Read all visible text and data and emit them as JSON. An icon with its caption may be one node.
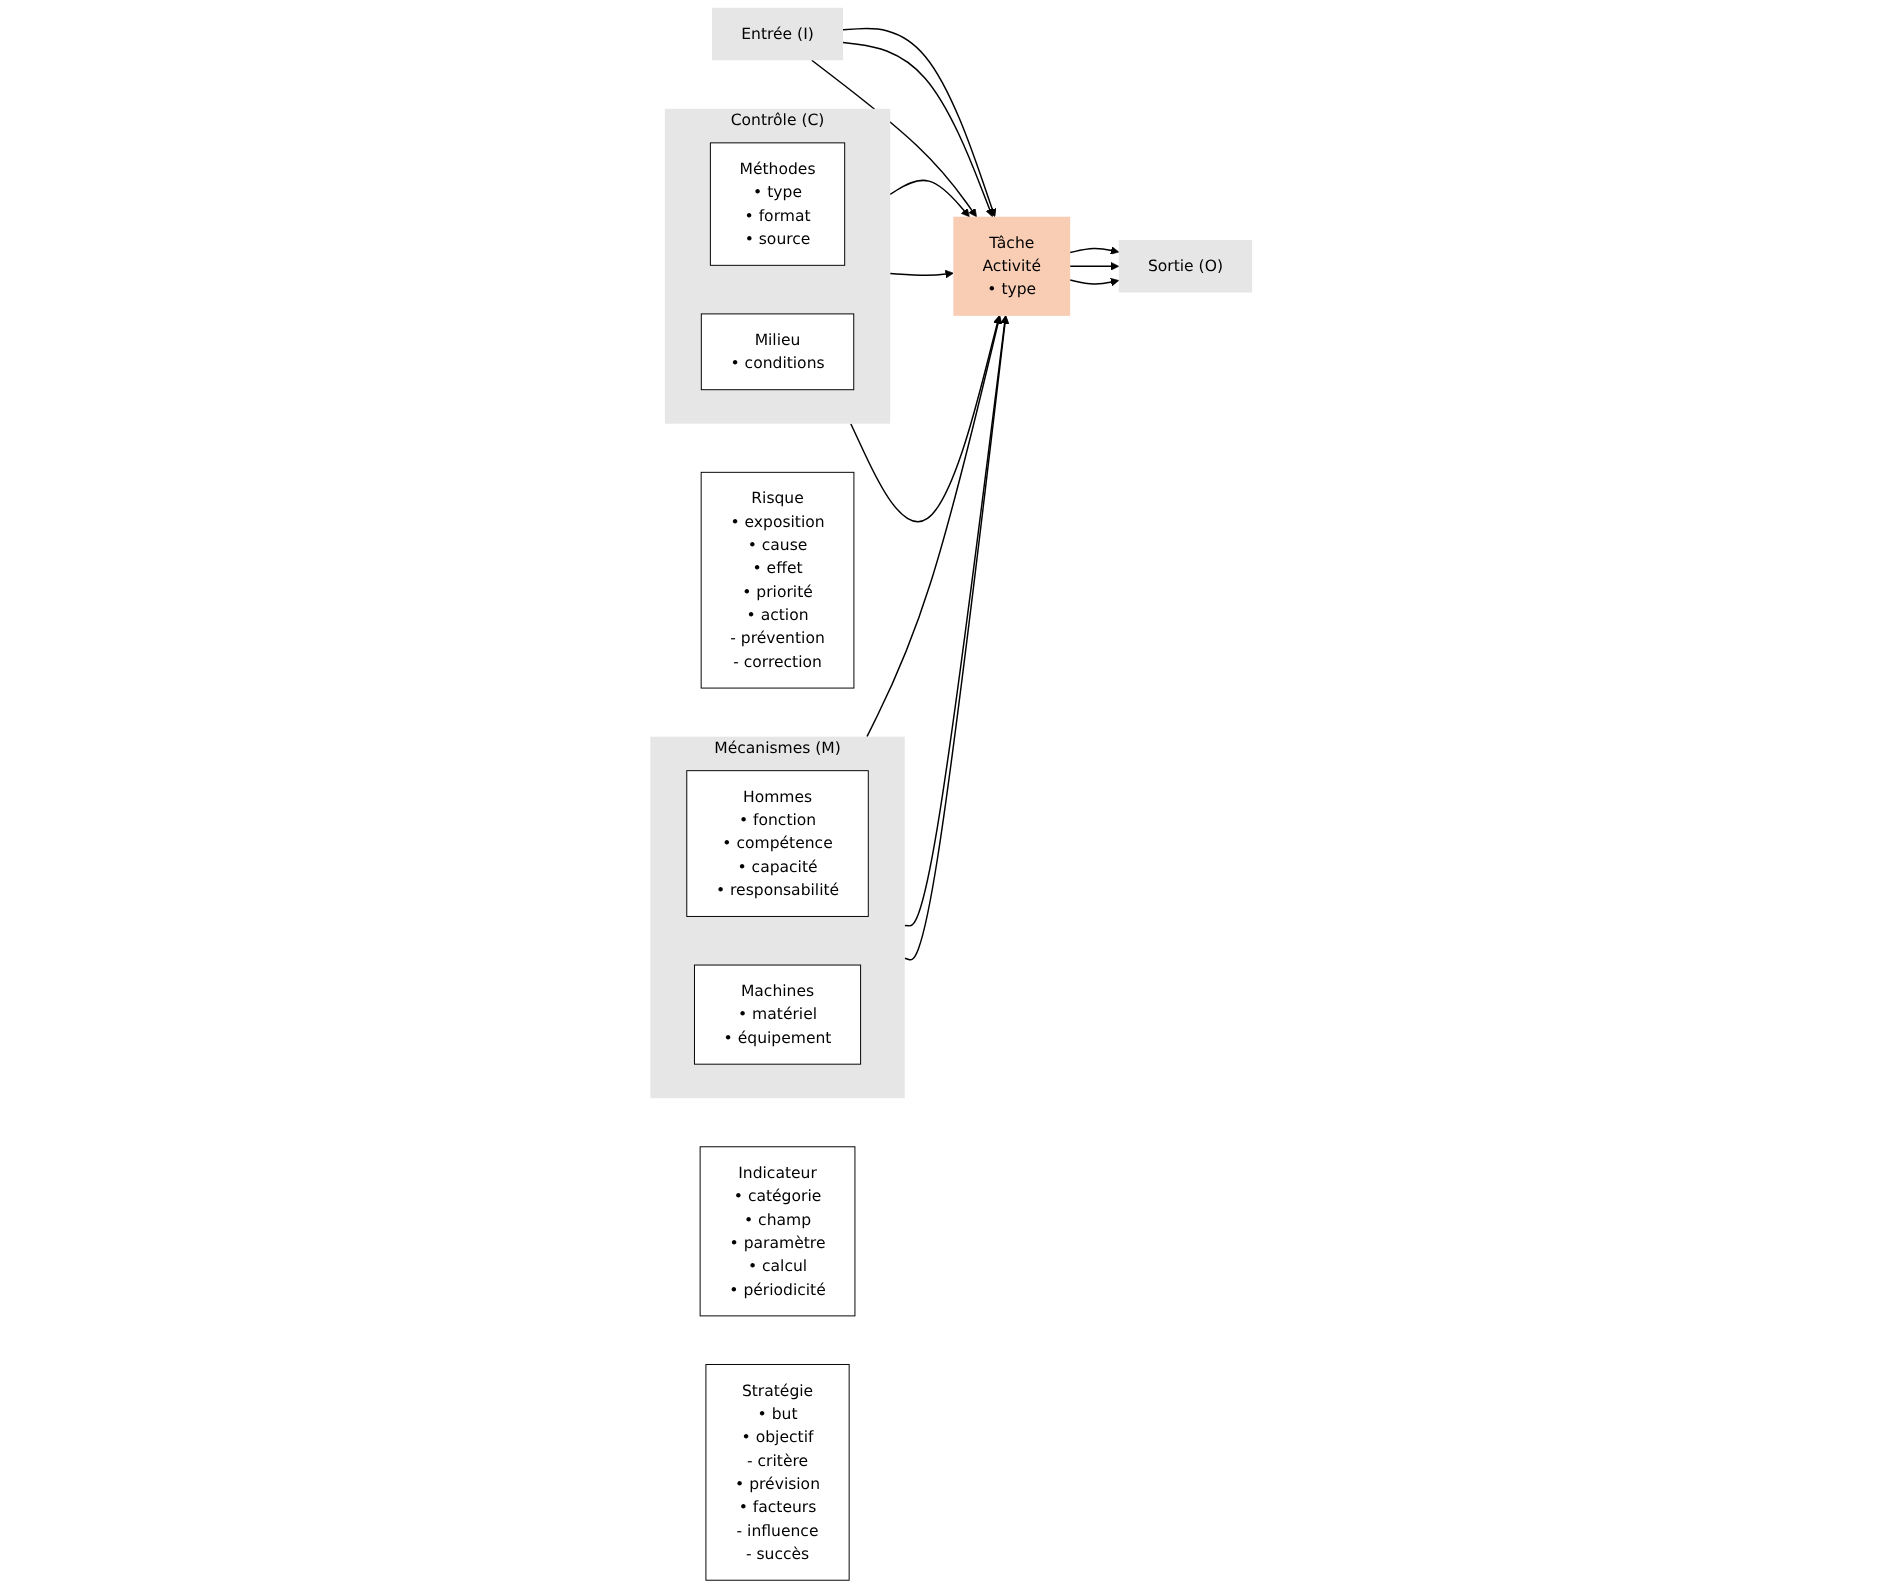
{
  "diagram": {
    "nodes": [
      {
        "text": [
          "Contrôle (C)"
        ]
      },
      {
        "text": [
          "Méthodes",
          "• type",
          "• format",
          "• source"
        ],
        "in": 0
      },
      {
        "text": [
          "Milieu",
          "• conditions"
        ],
        "in": 0
      },
      {
        "text": [
          "Risque",
          "• exposition",
          "• cause",
          "• effet",
          "• priorité",
          "• action",
          "- prévention",
          "- correction"
        ]
      },
      {
        "text": [
          "Entrée (I)"
        ]
      },
      {
        "text": [
          "Tâche",
          "Activité",
          "• type"
        ]
      },
      {
        "text": [
          "Sortie (O)"
        ]
      },
      {
        "text": [
          "Indicateur",
          "• catégorie",
          "• champ",
          "• paramètre",
          "• calcul",
          "• périodicité"
        ]
      },
      {
        "text": [
          "Stratégie",
          "• but",
          "• objectif",
          "- critère",
          "• prévision",
          "• facteurs",
          "- influence",
          "- succès"
        ]
      },
      {
        "text": [
          "Mécanismes (M)"
        ]
      },
      {
        "text": [
          "Hommes",
          "• fonction",
          "• compétence",
          "• capacité",
          "• responsabilité"
        ],
        "in": 9
      },
      {
        "text": [
          "Machines",
          "• matériel",
          "• équipement"
        ],
        "in": 9
      }
    ],
    "edges": [
      {
        "from": 0,
        "to": 5,
        "arrow": "to"
      },
      {
        "from": 0,
        "to": 5,
        "arrow": "to"
      },
      {
        "from": 0,
        "to": 5,
        "arrow": "to"
      },
      {
        "from": 4,
        "to": 5,
        "arrow": "to"
      },
      {
        "from": 4,
        "to": 5,
        "arrow": "to"
      },
      {
        "from": 4,
        "to": 5,
        "arrow": "to"
      },
      {
        "from": 5,
        "to": 6,
        "arrow": "to"
      },
      {
        "from": 5,
        "to": 6,
        "arrow": "to"
      },
      {
        "from": 5,
        "to": 6,
        "arrow": "to"
      },
      {
        "from": 9,
        "to": 5,
        "arrow": "to"
      },
      {
        "from": 9,
        "to": 5,
        "arrow": "to"
      },
      {
        "from": 9,
        "to": 5,
        "arrow": "to"
      }
    ]
  }
}
